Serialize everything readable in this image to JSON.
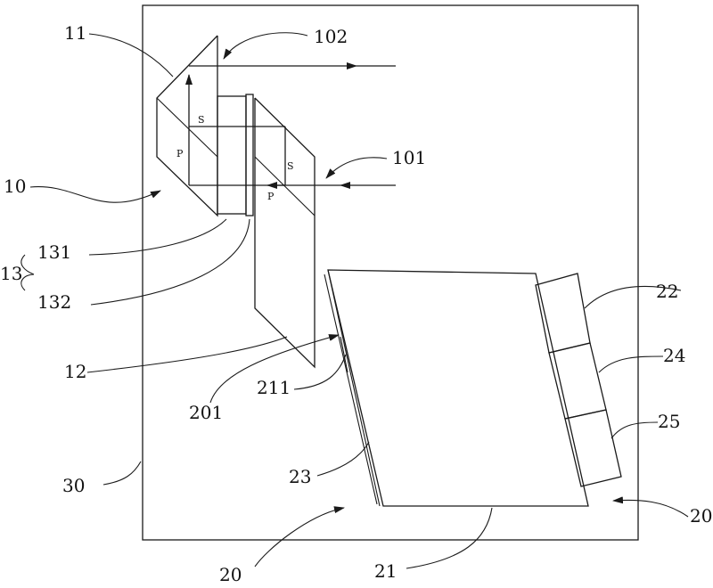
{
  "labels": {
    "l11": "11",
    "l102": "102",
    "l101": "101",
    "l10": "10",
    "l13": "13",
    "l131": "131",
    "l132": "132",
    "l12": "12",
    "l201": "201",
    "l211": "211",
    "l22": "22",
    "l24": "24",
    "l25": "25",
    "l23": "23",
    "l30": "30",
    "l20a": "20",
    "l20b": "20",
    "l21": "21"
  },
  "polarization": {
    "s_upper": "S",
    "p_upper": "P",
    "s_lower": "S",
    "p_lower": "P"
  }
}
